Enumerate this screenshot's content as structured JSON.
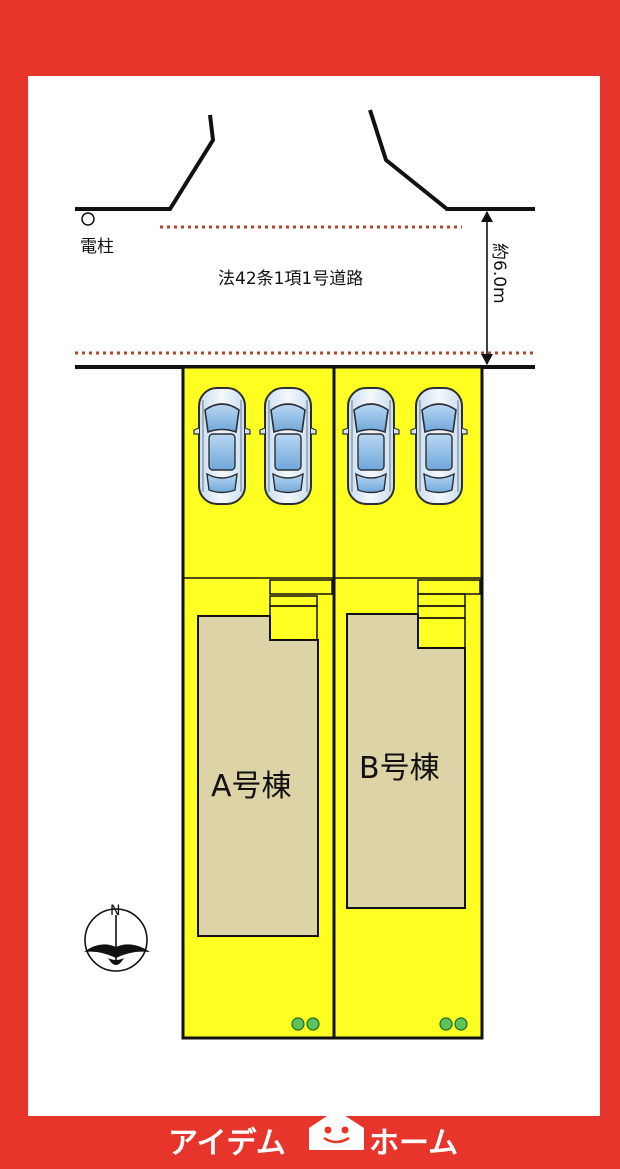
{
  "frame": {
    "border_color": "#e8352b",
    "bg": "#ffffff"
  },
  "road": {
    "pole_label": "電柱",
    "road_label": "法42条1項1号道路",
    "width_label": "約6.0m",
    "boundary_color": "#b5452a"
  },
  "lots": {
    "fill": "#ffff22",
    "building_fill": "#dcd3a7",
    "lot_a": {
      "label": "A号棟",
      "cars": 2
    },
    "lot_b": {
      "label": "B号棟",
      "cars": 2
    }
  },
  "compass": {
    "label": "N"
  },
  "footer": {
    "brand_left": "アイデム",
    "brand_right": "ホーム",
    "color": "#e8352b"
  }
}
